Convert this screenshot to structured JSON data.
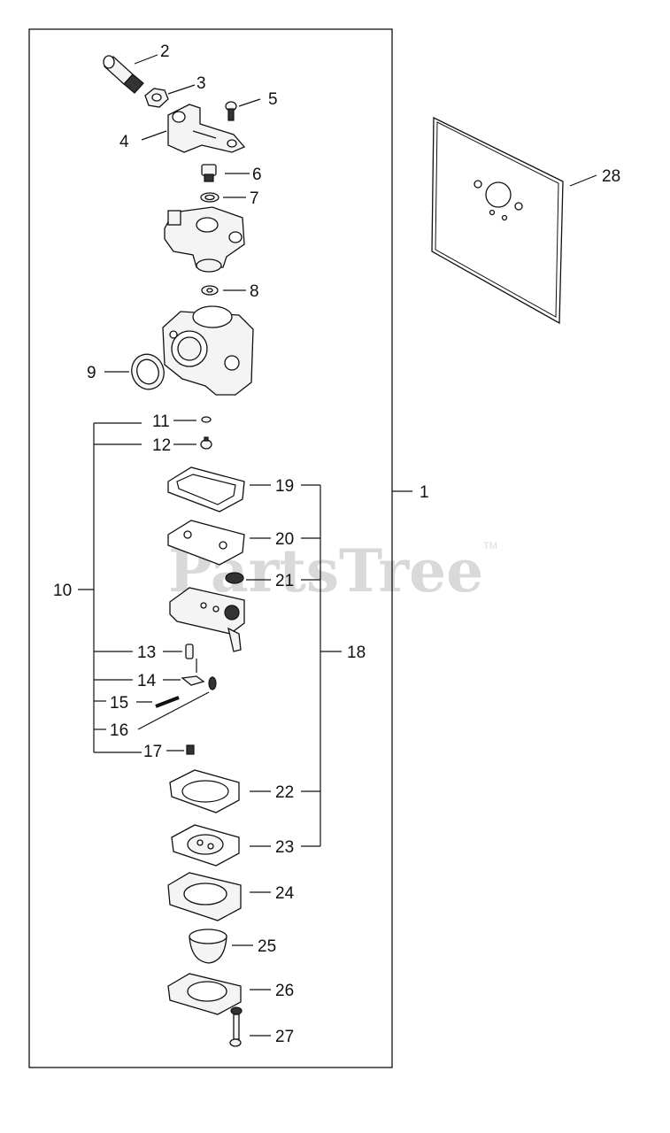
{
  "diagram": {
    "callouts": {
      "c1": "1",
      "c2": "2",
      "c3": "3",
      "c4": "4",
      "c5": "5",
      "c6": "6",
      "c7": "7",
      "c8": "8",
      "c9": "9",
      "c10": "10",
      "c11": "11",
      "c12": "12",
      "c13": "13",
      "c14": "14",
      "c15": "15",
      "c16": "16",
      "c17": "17",
      "c18": "18",
      "c19": "19",
      "c20": "20",
      "c21": "21",
      "c22": "22",
      "c23": "23",
      "c24": "24",
      "c25": "25",
      "c26": "26",
      "c27": "27",
      "c28": "28"
    },
    "watermark": {
      "text": "PartsTree",
      "trademark": "TM"
    }
  }
}
